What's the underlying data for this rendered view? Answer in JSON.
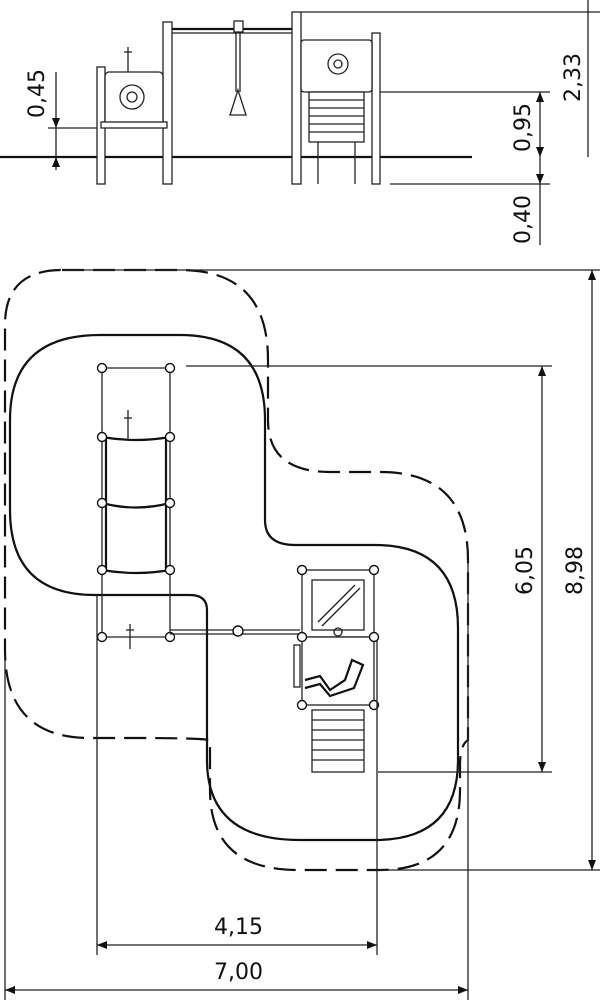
{
  "dimensions": {
    "side_view": {
      "platform_height_left": "0,45",
      "platform_height_right": "0,95",
      "total_height": "2,33",
      "foundation_depth": "0,40"
    },
    "plan_view": {
      "equipment_length": "6,05",
      "safety_area_length": "8,98",
      "equipment_width": "4,15",
      "safety_area_width": "7,00"
    }
  },
  "colors": {
    "line": "#111111",
    "background": "#ffffff"
  }
}
